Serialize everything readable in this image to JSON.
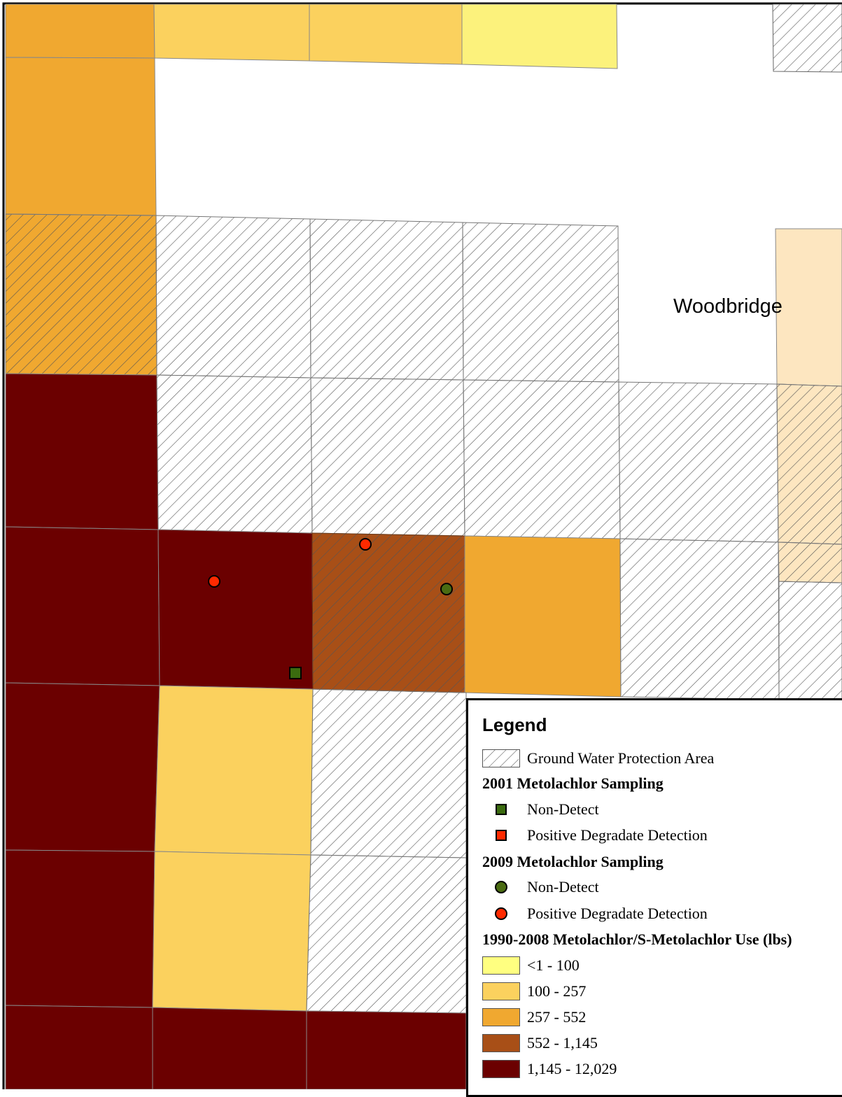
{
  "town_label": "Woodbridge",
  "colors": {
    "class_1": "#ffff80",
    "class_2": "#fbd15e",
    "class_3": "#f0a830",
    "class_4": "#a84f17",
    "class_5": "#6b0000",
    "light_beige": "#fde6c0",
    "detect_positive": "#ff2a00",
    "square_nondetect": "#3b6b0f",
    "circle_nondetect": "#4a6b12"
  },
  "legend": {
    "title": "Legend",
    "gwpa_label": "Ground Water Protection Area",
    "sampling_2001": {
      "header": "2001 Metolachlor Sampling",
      "non_detect": "Non-Detect",
      "positive": "Positive Degradate Detection"
    },
    "sampling_2009": {
      "header": "2009 Metolachlor Sampling",
      "non_detect": "Non-Detect",
      "positive": "Positive Degradate Detection"
    },
    "use_header": "1990-2008 Metolachlor/S-Metolachlor Use (lbs)",
    "classes": [
      {
        "label": "<1 - 100"
      },
      {
        "label": "100 - 257"
      },
      {
        "label": "257 - 552"
      },
      {
        "label": "552 - 1,145"
      },
      {
        "label": "1,145 - 12,029"
      }
    ]
  }
}
